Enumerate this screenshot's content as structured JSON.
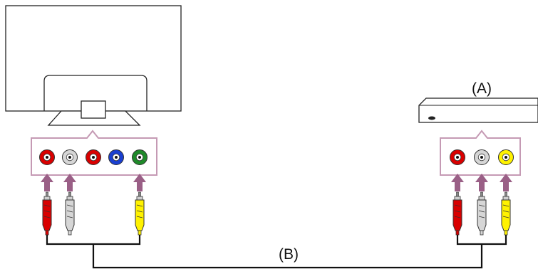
{
  "labels": {
    "device": "(A)",
    "cable": "(B)"
  },
  "tv": {
    "jacks": [
      {
        "name": "jack-red",
        "color": "red"
      },
      {
        "name": "jack-white",
        "color": "white"
      },
      {
        "name": "jack-red-2",
        "color": "red"
      },
      {
        "name": "jack-blue",
        "color": "blue"
      },
      {
        "name": "jack-green",
        "color": "green"
      }
    ],
    "connected_jacks": [
      "red",
      "white",
      "green"
    ]
  },
  "device": {
    "jacks": [
      {
        "name": "jack-red",
        "color": "red"
      },
      {
        "name": "jack-white",
        "color": "white"
      },
      {
        "name": "jack-yellow",
        "color": "yellow"
      }
    ]
  },
  "cable_plugs": [
    "red",
    "white",
    "yellow"
  ],
  "colors": {
    "outline": "#222222",
    "callout": "#c59ab4",
    "arrow": "#9a5f86",
    "red": "#d90000",
    "white": "#d6d6d6",
    "blue": "#1a3fd0",
    "green": "#1f8a2a",
    "yellow": "#fff200",
    "cable": "#111111"
  }
}
